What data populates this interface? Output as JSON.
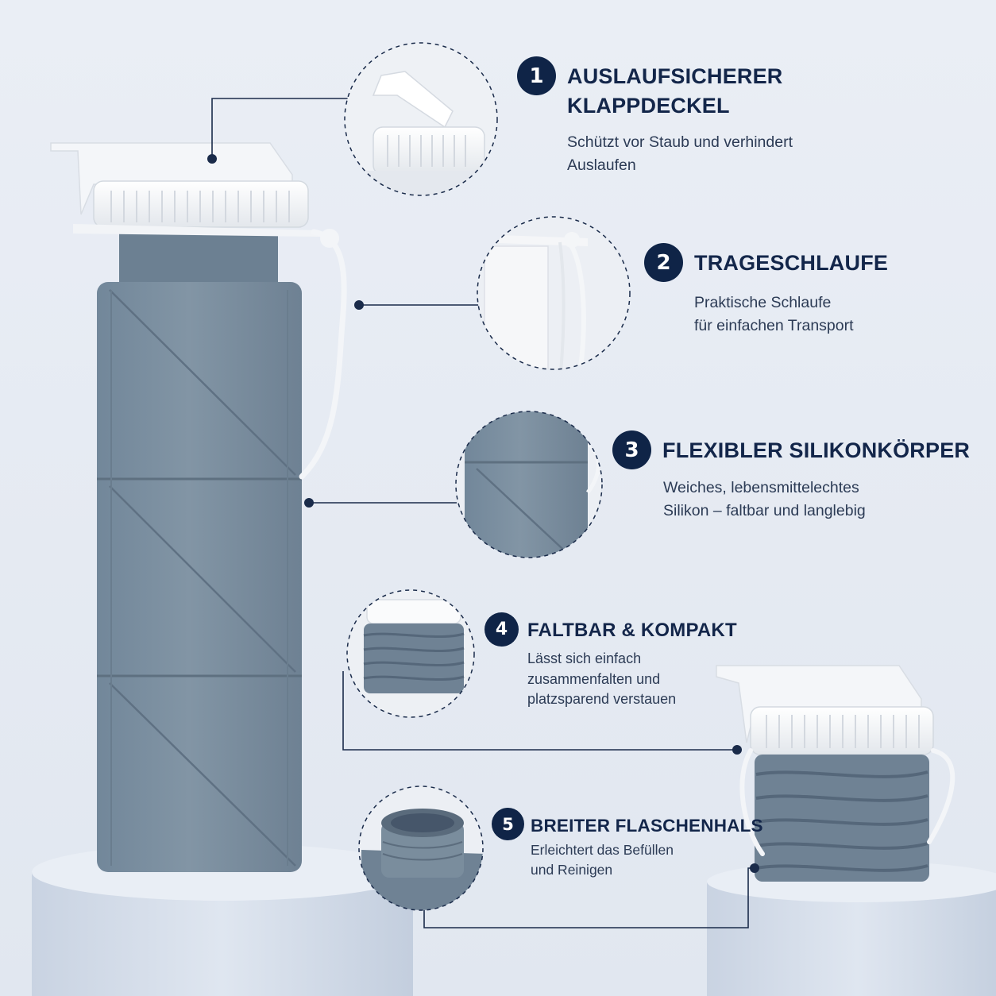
{
  "colors": {
    "background": "#e7ecf3",
    "silicone": "#7d909f",
    "silicone_dark": "#5f7080",
    "lid": "#f7f8fa",
    "accent_navy": "#0f2447",
    "text_dark": "#13264a"
  },
  "features": [
    {
      "number": "1",
      "title_lines": [
        "AUSLAUFSICHERER",
        "KLAPPDECKEL"
      ],
      "desc_lines": [
        "Schützt vor Staub und verhindert",
        "Auslaufen"
      ]
    },
    {
      "number": "2",
      "title_lines": [
        "TRAGESCHLAUFE"
      ],
      "desc_lines": [
        "Praktische Schlaufe",
        "für einfachen Transport"
      ]
    },
    {
      "number": "3",
      "title_lines": [
        "FLEXIBLER SILIKONKÖRPER"
      ],
      "desc_lines": [
        "Weiches, lebensmittelechtes",
        "Silikon – faltbar und langlebig"
      ]
    },
    {
      "number": "4",
      "title_lines": [
        "FALTBAR & KOMPAKT"
      ],
      "desc_lines": [
        "Lässt sich einfach",
        "zusammenfalten und",
        "platzsparend verstauen"
      ]
    },
    {
      "number": "5",
      "title_lines": [
        "BREITER FLASCHENHALS"
      ],
      "desc_lines": [
        "Erleichtert das Befüllen",
        "und Reinigen"
      ]
    }
  ]
}
